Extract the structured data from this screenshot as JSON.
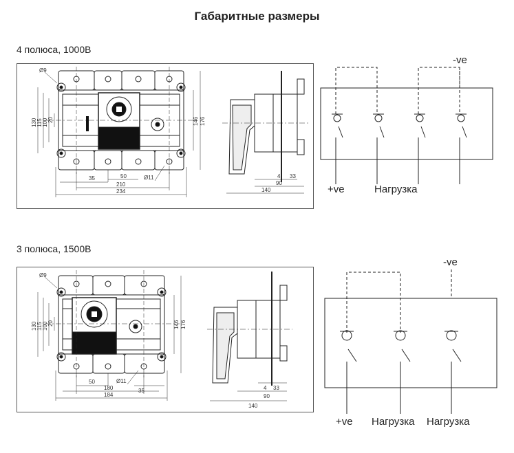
{
  "title": "Габаритные размеры",
  "sections": [
    {
      "label": "4 полюса, 1000В",
      "front_dims": {
        "hole": "Ø9",
        "pitch": "50",
        "edge": "35",
        "inner": "210",
        "outer": "234",
        "fix_hole": "Ø11",
        "h130": "130",
        "h115": "115",
        "h100": "100",
        "h20": "20",
        "h146": "146",
        "h176": "176"
      },
      "side_dims": {
        "d4": "4",
        "d33": "33",
        "d90": "90",
        "d140": "140"
      },
      "terminals": {
        "neg": "-ve",
        "pos": "+ve",
        "load": "Нагрузка"
      }
    },
    {
      "label": "3 полюса, 1500В",
      "front_dims": {
        "hole": "Ø9",
        "pitch": "50",
        "edge": "35",
        "inner": "180",
        "outer": "184",
        "fix_hole": "Ø11",
        "h130": "130",
        "h115": "115",
        "h100": "100",
        "h20": "20",
        "h146": "146",
        "h176": "176"
      },
      "side_dims": {
        "d4": "4",
        "d33": "33",
        "d90": "90",
        "d140": "140"
      },
      "terminals": {
        "neg": "-ve",
        "pos": "+ve",
        "load1": "Нагрузка",
        "load2": "Нагрузка"
      }
    }
  ]
}
